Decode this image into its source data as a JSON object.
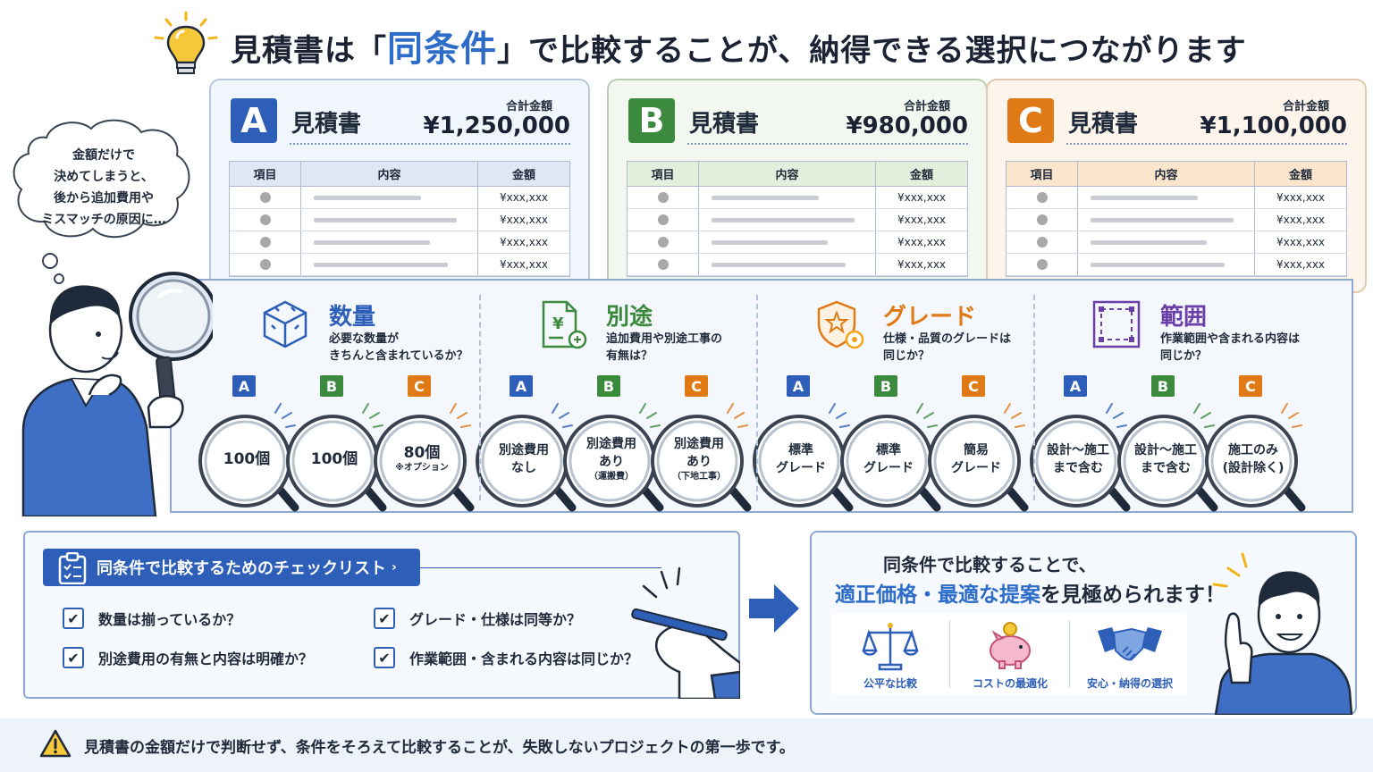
{
  "header": {
    "title_pre": "見積書は「",
    "title_hl": "同条件",
    "title_post": "」で比較することが、納得できる選択につながります"
  },
  "thought": {
    "lines": [
      "金額だけで",
      "決めてしまうと、",
      "後から追加費用や",
      "ミスマッチの原因に…"
    ]
  },
  "estimates": {
    "card_name": "見積書",
    "total_label": "合計金額",
    "table_headers": [
      "項目",
      "内容",
      "金額"
    ],
    "row_amount": "¥xxx,xxx",
    "cards": [
      {
        "letter": "A",
        "total": "¥1,250,000",
        "color": "#2d5fb8"
      },
      {
        "letter": "B",
        "total": "¥980,000",
        "color": "#3b8a3e"
      },
      {
        "letter": "C",
        "total": "¥1,100,000",
        "color": "#e07a16"
      }
    ]
  },
  "criteria": [
    {
      "title": "数量",
      "color": "#2d5fb8",
      "desc": [
        "必要な数量が",
        "きちんと含まれているか？"
      ],
      "icon": "cube-icon",
      "values": [
        {
          "letter": "A",
          "main": "100個",
          "sub": ""
        },
        {
          "letter": "B",
          "main": "100個",
          "sub": ""
        },
        {
          "letter": "C",
          "main": "80個",
          "sub": "※オプション"
        }
      ]
    },
    {
      "title": "別途",
      "color": "#3b8a3e",
      "desc": [
        "追加費用や別途工事の",
        "有無は？"
      ],
      "icon": "yen-document-icon",
      "values": [
        {
          "letter": "A",
          "main": "別途費用\nなし",
          "sub": ""
        },
        {
          "letter": "B",
          "main": "別途費用\nあり",
          "sub": "（運搬費）"
        },
        {
          "letter": "C",
          "main": "別途費用\nあり",
          "sub": "（下地工事）"
        }
      ]
    },
    {
      "title": "グレード",
      "color": "#e07a16",
      "desc": [
        "仕様・品質のグレードは",
        "同じか？"
      ],
      "icon": "shield-star-icon",
      "values": [
        {
          "letter": "A",
          "main": "標準\nグレード",
          "sub": ""
        },
        {
          "letter": "B",
          "main": "標準\nグレード",
          "sub": ""
        },
        {
          "letter": "C",
          "main": "簡易\nグレード",
          "sub": ""
        }
      ]
    },
    {
      "title": "範囲",
      "color": "#6a3fa8",
      "desc": [
        "作業範囲や含まれる内容は",
        "同じか？"
      ],
      "icon": "scope-frame-icon",
      "values": [
        {
          "letter": "A",
          "main": "設計〜施工\nまで含む",
          "sub": ""
        },
        {
          "letter": "B",
          "main": "設計〜施工\nまで含む",
          "sub": ""
        },
        {
          "letter": "C",
          "main": "施工のみ\n(設計除く)",
          "sub": ""
        }
      ]
    }
  ],
  "checklist": {
    "title": "同条件で比較するためのチェックリスト",
    "items": [
      "数量は揃っているか？",
      "別途費用の有無と内容は明確か？",
      "グレード・仕様は同等か？",
      "作業範囲・含まれる内容は同じか？"
    ]
  },
  "result": {
    "line1": "同条件で比較することで、",
    "line2_hl": "適正価格・最適な提案",
    "line2_post": "を見極められます！",
    "benefits": [
      {
        "label": "公平な比較",
        "icon": "scale-icon"
      },
      {
        "label": "コストの最適化",
        "icon": "piggy-bank-icon"
      },
      {
        "label": "安心・納得の選択",
        "icon": "handshake-icon"
      }
    ]
  },
  "footer": {
    "text": "見積書の金額だけで判断せず、条件をそろえて比較することが、失敗しないプロジェクトの第一歩です。"
  }
}
